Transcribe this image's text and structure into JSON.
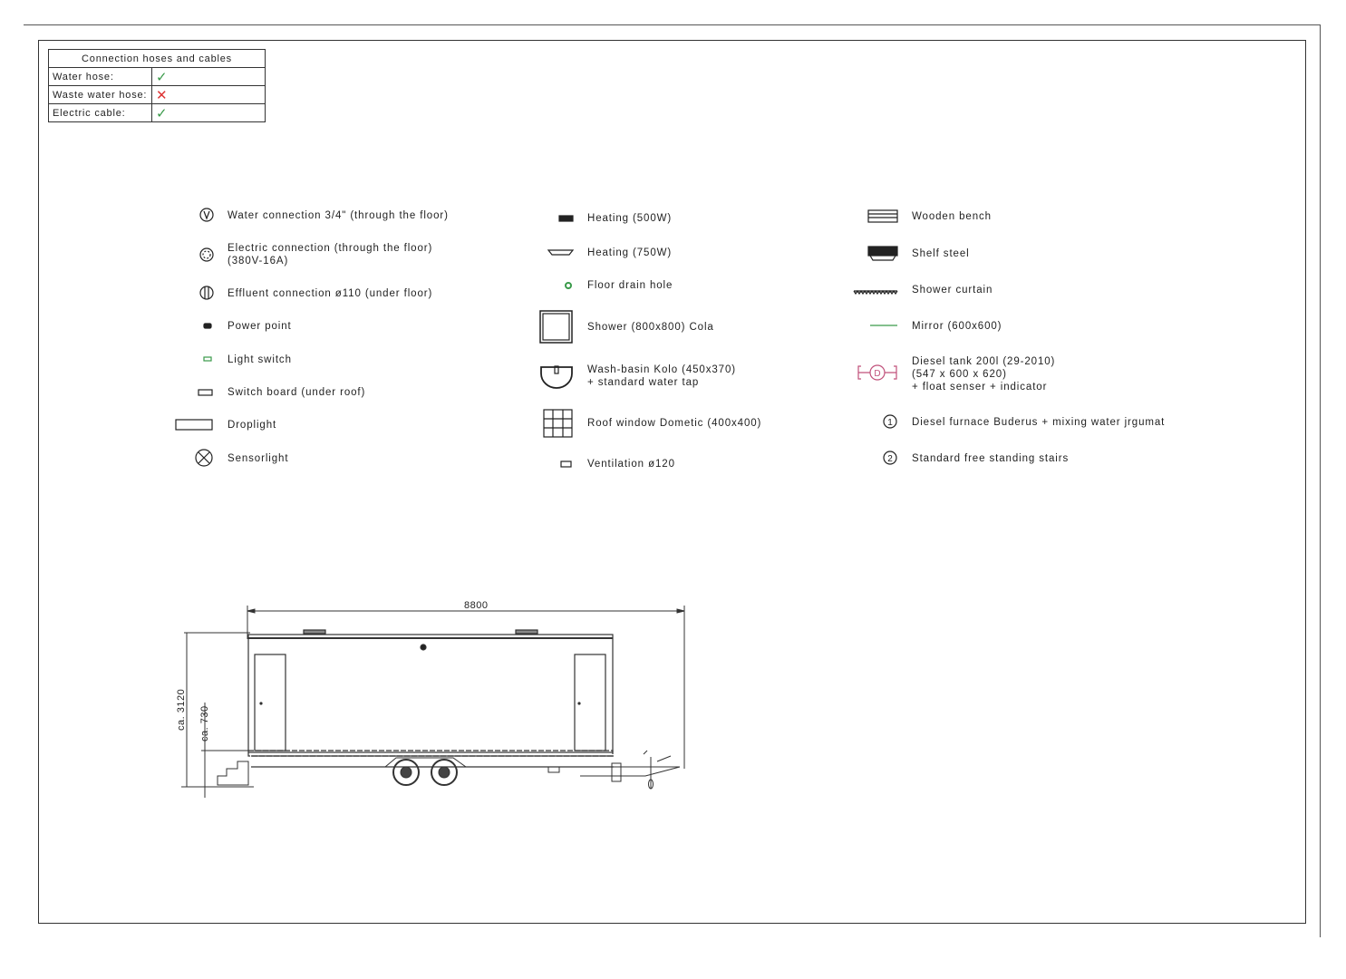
{
  "connection_table": {
    "title": "Connection hoses and cables",
    "rows": [
      {
        "label": "Water hose:",
        "mark": "✓",
        "status": "yes"
      },
      {
        "label": "Waste water hose:",
        "mark": "✕",
        "status": "no"
      },
      {
        "label": "Electric cable:",
        "mark": "✓",
        "status": "yes"
      }
    ],
    "colors": {
      "yes": "#3a9a4a",
      "no": "#d33333"
    }
  },
  "legend": {
    "col1": [
      {
        "icon": "water-connection-icon",
        "text": "Water connection 3/4\" (through the floor)"
      },
      {
        "icon": "electric-connection-icon",
        "text": "Electric connection (through the floor)\n(380V-16A)"
      },
      {
        "icon": "effluent-connection-icon",
        "text": "Effluent connection ø110 (under floor)"
      },
      {
        "icon": "power-point-icon",
        "text": "Power point"
      },
      {
        "icon": "light-switch-icon",
        "text": "Light switch"
      },
      {
        "icon": "switch-board-icon",
        "text": "Switch board (under roof)"
      },
      {
        "icon": "droplight-icon",
        "text": "Droplight"
      },
      {
        "icon": "sensorlight-icon",
        "text": "Sensorlight"
      }
    ],
    "col2": [
      {
        "icon": "heating-500w-icon",
        "text": "Heating (500W)"
      },
      {
        "icon": "heating-750w-icon",
        "text": "Heating (750W)"
      },
      {
        "icon": "floor-drain-icon",
        "text": "Floor drain hole"
      },
      {
        "icon": "shower-icon",
        "text": "Shower (800x800) Cola"
      },
      {
        "icon": "wash-basin-icon",
        "text": "Wash-basin Kolo (450x370)\n+ standard water tap"
      },
      {
        "icon": "roof-window-icon",
        "text": "Roof window Dometic (400x400)"
      },
      {
        "icon": "ventilation-icon",
        "text": "Ventilation ø120"
      }
    ],
    "col3": [
      {
        "icon": "wooden-bench-icon",
        "text": "Wooden bench"
      },
      {
        "icon": "shelf-steel-icon",
        "text": "Shelf steel"
      },
      {
        "icon": "shower-curtain-icon",
        "text": "Shower curtain"
      },
      {
        "icon": "mirror-icon",
        "text": "Mirror (600x600)"
      },
      {
        "icon": "diesel-tank-icon",
        "text": "Diesel tank 200l (29-2010)\n(547 x 600 x 620)\n+ float senser + indicator",
        "symbol": "D"
      },
      {
        "icon": "number-1-icon",
        "text": "Diesel furnace Buderus + mixing water jrgumat",
        "symbol": "1"
      },
      {
        "icon": "number-2-icon",
        "text": "Standard free standing stairs",
        "symbol": "2"
      }
    ]
  },
  "drawing": {
    "length_label": "8800",
    "height_label": "ca. 3120",
    "floor_height_label": "ca. 730"
  },
  "colors": {
    "green_symbol": "#3a9a4a",
    "diesel_symbol": "#c0507a"
  }
}
